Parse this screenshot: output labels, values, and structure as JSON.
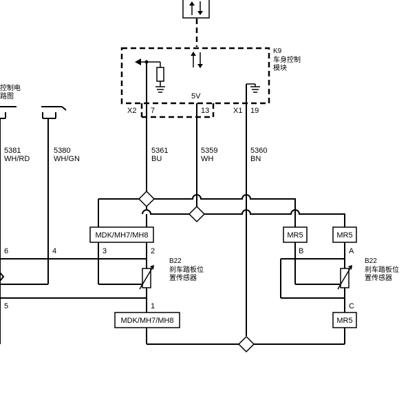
{
  "module": {
    "id": "K9",
    "name_line1": "车身控制",
    "name_line2": "模块",
    "voltage": "5V",
    "connector_x2": "X2",
    "connector_x1": "X1",
    "pins": {
      "p7": "7",
      "p13": "13",
      "p19": "19"
    }
  },
  "left_ref": {
    "line1": "控制电",
    "line2": "路图"
  },
  "wires": {
    "w5381": {
      "circuit": "5381",
      "color": "WH/RD"
    },
    "w5380": {
      "circuit": "5380",
      "color": "WH/GN"
    },
    "w5361": {
      "circuit": "5361",
      "color": "BU"
    },
    "w5359": {
      "circuit": "5359",
      "color": "WH"
    },
    "w5360": {
      "circuit": "5360",
      "color": "BN"
    }
  },
  "option_labels": {
    "mdk_top": "MDK/MH7/MH8",
    "mdk_bottom": "MDK/MH7/MH8",
    "mr5_b": "MR5",
    "mr5_a": "MR5",
    "mr5_c": "MR5"
  },
  "sensor_left": {
    "id": "B22",
    "name_line1": "刹车踏板位",
    "name_line2": "置传感器",
    "pins": {
      "p3": "3",
      "p2": "2",
      "p1": "1"
    }
  },
  "sensor_right": {
    "id": "B22",
    "name_line1": "刹车踏板位",
    "name_line2": "置传感器",
    "pins": {
      "pB": "B",
      "pA": "A",
      "pC": "C"
    }
  },
  "left_pins": {
    "p6": "6",
    "p4": "4",
    "p5": "5"
  }
}
